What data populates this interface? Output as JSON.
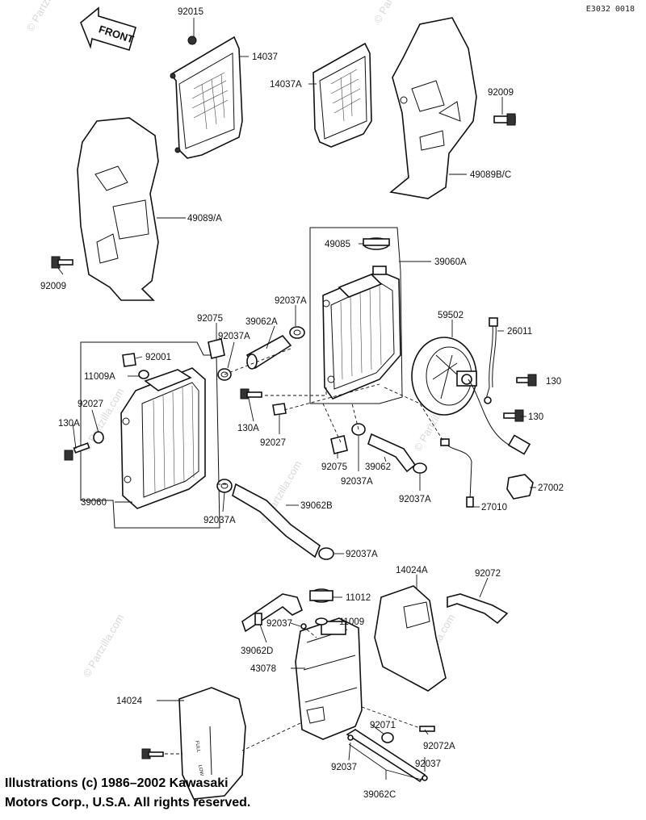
{
  "diagram_code": "E3032 0018",
  "front_arrow": {
    "text": "FRONT"
  },
  "watermark": "© Partzilla.com",
  "part_labels": [
    "92015",
    "14037",
    "14037A",
    "92009",
    "49089B/C",
    "49089/A",
    "92009",
    "49085",
    "39060A",
    "92037A",
    "92075",
    "39062A",
    "92037A",
    "92001",
    "11009A",
    "59502",
    "26011",
    "130",
    "92027",
    "130A",
    "130A",
    "92027",
    "130",
    "39060",
    "92075",
    "39062",
    "92037A",
    "92037A",
    "27002",
    "27010",
    "92037A",
    "39062B",
    "92037A",
    "14024A",
    "92072",
    "11012",
    "92037",
    "11009",
    "39062D",
    "43078",
    "14024",
    "92071",
    "92072A",
    "92037",
    "92037",
    "39062C"
  ],
  "copyright": {
    "line1": "Illustrations (c) 1986–2002 Kawasaki",
    "line2": "Motors Corp., U.S.A.  All rights reserved."
  }
}
